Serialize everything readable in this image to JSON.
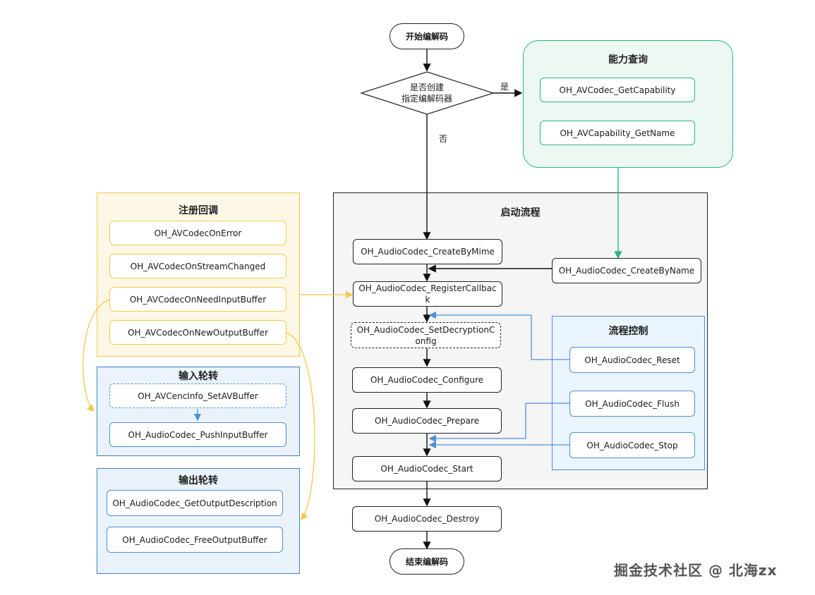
{
  "start_node": "开始编解码",
  "end_node": "结束编解码",
  "decision": {
    "line1": "是否创建",
    "line2": "指定编解码器",
    "yes_label": "是",
    "no_label": "否"
  },
  "capability_panel": {
    "title": "能力查询",
    "items": [
      "OH_AVCodec_GetCapability",
      "OH_AVCapability_GetName"
    ]
  },
  "start_flow_panel": {
    "title": "启动流程",
    "create_by_mime": "OH_AudioCodec_CreateByMime",
    "create_by_name": "OH_AudioCodec_CreateByName",
    "register_callback": "OH_AudioCodec_RegisterCallback",
    "set_decryption_config": "OH_AudioCodec_SetDecryptionConfig",
    "configure": "OH_AudioCodec_Configure",
    "prepare": "OH_AudioCodec_Prepare",
    "start": "OH_AudioCodec_Start"
  },
  "destroy_node": "OH_AudioCodec_Destroy",
  "callback_panel": {
    "title": "注册回调",
    "items": [
      "OH_AVCodecOnError",
      "OH_AVCodecOnStreamChanged",
      "OH_AVCodecOnNeedInputBuffer",
      "OH_AVCodecOnNewOutputBuffer"
    ]
  },
  "input_panel": {
    "title": "输入轮转",
    "items": [
      "OH_AVCencInfo_SetAVBuffer",
      "OH_AudioCodec_PushInputBuffer"
    ]
  },
  "output_panel": {
    "title": "输出轮转",
    "items": [
      "OH_AudioCodec_GetOutputDescription",
      "OH_AudioCodec_FreeOutputBuffer"
    ]
  },
  "control_panel": {
    "title": "流程控制",
    "items": [
      "OH_AudioCodec_Reset",
      "OH_AudioCodec_Flush",
      "OH_AudioCodec_Stop"
    ]
  },
  "watermark": "掘金技术社区 @ 北海zx",
  "colors": {
    "callback_border": "#f5c84a",
    "capability_border": "#2bb38f",
    "control_border": "#4f8fd8",
    "flow_background": "#f5f5f5"
  }
}
